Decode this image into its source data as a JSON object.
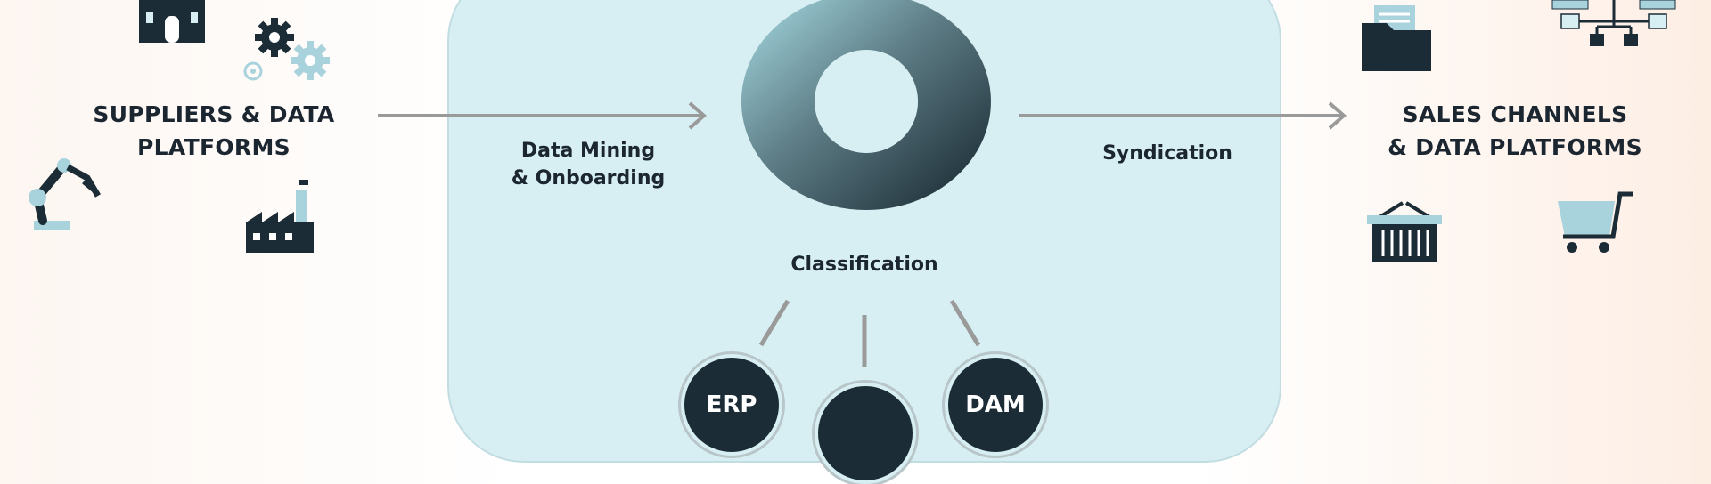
{
  "left": {
    "title": "SUPPLIERS & DATA\nPLATFORMS"
  },
  "right": {
    "title": "SALES CHANNELS\n& DATA PLATFORMS"
  },
  "flows": {
    "inbound": "Data Mining\n& Onboarding",
    "outbound": "Syndication"
  },
  "center": {
    "label": "Classification"
  },
  "systems": [
    "ERP",
    "",
    "DAM"
  ],
  "colors": {
    "dark": "#1b2c36",
    "panel": "#d7eff2",
    "accent_light": "#a9d3dc",
    "arrow": "#9a9a9a"
  },
  "icons": {
    "left": [
      "store-icon",
      "gears-icon",
      "robot-arm-icon",
      "factory-icon"
    ],
    "right": [
      "folder-icon",
      "org-chart-icon",
      "basket-icon",
      "shopping-cart-icon"
    ]
  }
}
